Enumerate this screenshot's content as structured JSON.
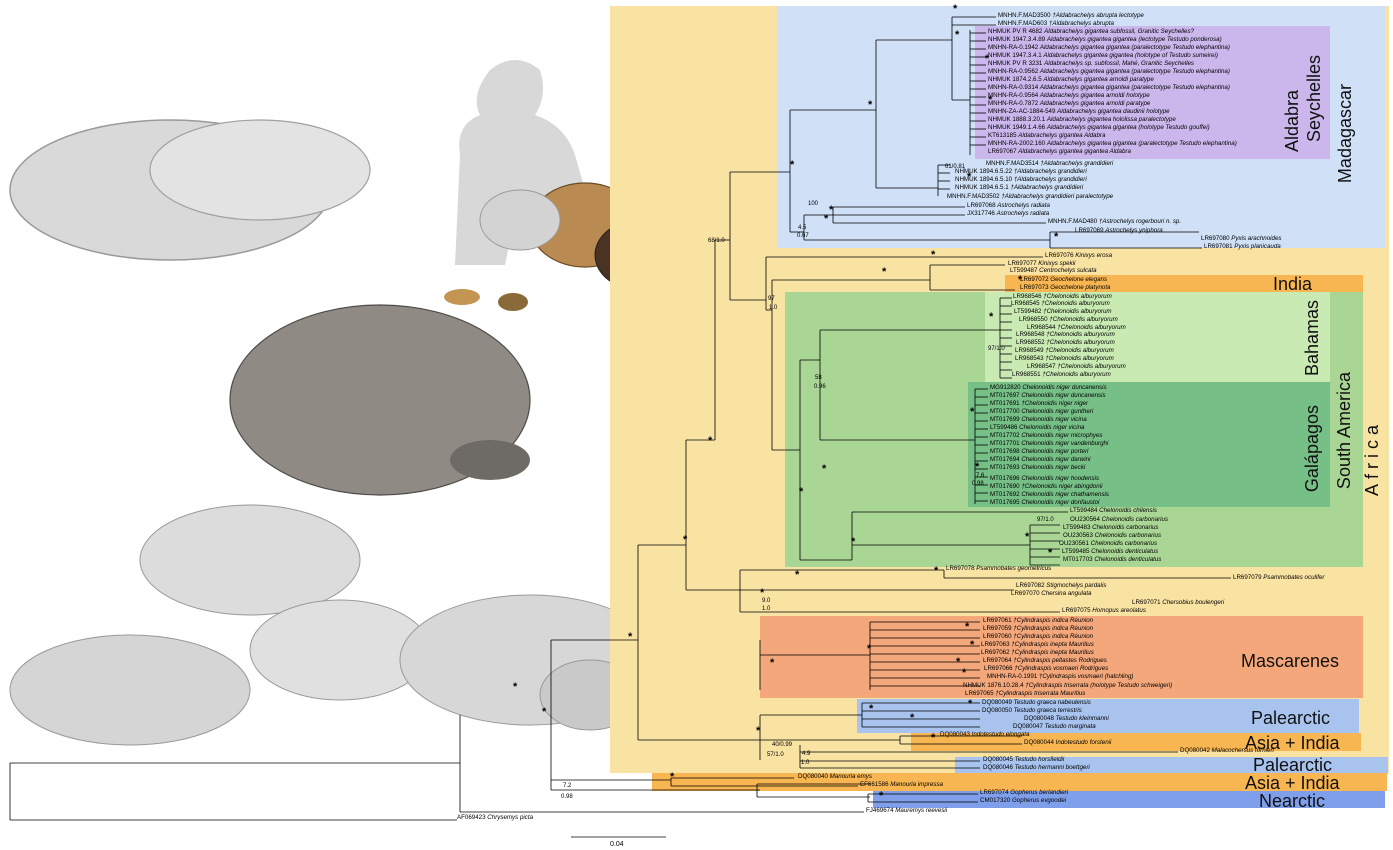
{
  "colors": {
    "africa": "#f9e3a3",
    "madagascar": "#cfe0f7",
    "aldabra": "#cbb7ec",
    "south_america": "#a9d695",
    "bahamas": "#c9eab3",
    "galapagos": "#76bf86",
    "india": "#f8b652",
    "mascarenes": "#f3a77b",
    "palearctic": "#a8c3ee",
    "nearctic": "#7f9fea",
    "asia_india": "#f8b652"
  },
  "region_labels": {
    "madagascar": "Madagascar",
    "aldabra": "Aldabra",
    "seychelles": "Seychelles",
    "india": "India",
    "bahamas": "Bahamas",
    "galapagos": "Galápagos",
    "south_america": "South America",
    "africa": "Africa",
    "mascarenes": "Mascarenes",
    "palearctic_1": "Palearctic",
    "asia_india_1": "Asia + India",
    "palearctic_2": "Palearctic",
    "asia_india_2": "Asia + India",
    "nearctic": "Nearctic"
  },
  "scale_bar": "0.04",
  "support_values": [
    "61/0.81",
    "100",
    "4.5",
    "0.67",
    "68/1.0",
    "97",
    "1.0",
    "58",
    "0.96",
    "97/1.0",
    "7.6",
    "0.98",
    "97/1.0",
    "9.0",
    "1.0",
    "40/0.99",
    "57/1.0",
    "4.9",
    "1.0",
    "7.2",
    "0.98"
  ],
  "taxa": [
    {
      "acc": "MNHN.F.MAD3500",
      "name": "†Aldabrachelys abrupta lectotype"
    },
    {
      "acc": "MNHN.F.MAD603",
      "name": "†Aldabrachelys abrupta"
    },
    {
      "acc": "NHMUK PV R 4682",
      "name": "Aldabrachelys gigantea subfossil, Granitic Seychelles?"
    },
    {
      "acc": "NHMUK 1947.3.4.89",
      "name": "Aldabrachelys gigantea gigantea (lectotype Testudo ponderosa)"
    },
    {
      "acc": "MNHN-RA-0.1942",
      "name": "Aldabrachelys gigantea gigantea (paralectotype Testudo elephantina)"
    },
    {
      "acc": "NHMUK 1947.3.4.1",
      "name": "Aldabrachelys gigantea gigantea (holotype of Testudo sumeirei)"
    },
    {
      "acc": "NHMUK PV R 3231",
      "name": "Aldabrachelys sp. subfossil, Mahé, Granitic Seychelles"
    },
    {
      "acc": "MNHN-RA-0.9562",
      "name": "Aldabrachelys gigantea gigantea (paralectotype Testudo elephantina)"
    },
    {
      "acc": "NHMUK 1874.2.6.5",
      "name": "Aldabrachelys gigantea arnoldi paratype"
    },
    {
      "acc": "MNHN-RA-0.9314",
      "name": "Aldabrachelys gigantea gigantea (paralectotype Testudo elephantina)"
    },
    {
      "acc": "MNHN-RA-0.9564",
      "name": "Aldabrachelys gigantea arnoldi holotype"
    },
    {
      "acc": "MNHN-RA-0.7872",
      "name": "Aldabrachelys gigantea arnoldi paratype"
    },
    {
      "acc": "MNHN-ZA-AC-1884-549",
      "name": "Aldabrachelys gigantea daudinii holotype"
    },
    {
      "acc": "NHMUK 1888.3.20.1",
      "name": "Aldabrachelys gigantea hololissa paralectotype"
    },
    {
      "acc": "NHMUK 1949.1.4.66",
      "name": "Aldabrachelys gigantea gigantea (holotype Testudo gouffei)"
    },
    {
      "acc": "KT613185",
      "name": "Aldabrachelys gigantea Aldabra"
    },
    {
      "acc": "MNHN-RA-2002.160",
      "name": "Aldabrachelys gigantea gigantea (paralectotype Testudo elephantina)"
    },
    {
      "acc": "LR697067",
      "name": "Aldabrachelys gigantea gigantea Aldabra"
    },
    {
      "acc": "MNHN.F.MAD3514",
      "name": "†Aldabrachelys grandidieri"
    },
    {
      "acc": "NHMUK 1894.6.5.22",
      "name": "†Aldabrachelys grandidieri"
    },
    {
      "acc": "NHMUK 1894.6.5.10",
      "name": "†Aldabrachelys grandidieri"
    },
    {
      "acc": "NHMUK 1894.6.5.1",
      "name": "†Aldabrachelys grandidieri"
    },
    {
      "acc": "MNHN.F.MAD3502",
      "name": "†Aldabrachelys grandidieri paralectotype"
    },
    {
      "acc": "LR697068",
      "name": "Astrochelys radiata"
    },
    {
      "acc": "JX317746",
      "name": "Astrochelys radiata"
    },
    {
      "acc": "MNHN.F.MAD480",
      "name": "†Astrochelys rogerbouri n. sp."
    },
    {
      "acc": "LR697069",
      "name": "Astrochelys yniphora"
    },
    {
      "acc": "LR697080",
      "name": "Pyxis arachnoides"
    },
    {
      "acc": "LR697081",
      "name": "Pyxis planicauda"
    },
    {
      "acc": "LR697076",
      "name": "Kinixys erosa"
    },
    {
      "acc": "LR697077",
      "name": "Kinixys spekii"
    },
    {
      "acc": "LT599487",
      "name": "Centrochelys sulcata"
    },
    {
      "acc": "LR697072",
      "name": "Geochelone elegans"
    },
    {
      "acc": "LR697073",
      "name": "Geochelone platynota"
    },
    {
      "acc": "LR968546",
      "name": "†Chelonoidis alburyorum"
    },
    {
      "acc": "LR968545",
      "name": "†Chelonoidis alburyorum"
    },
    {
      "acc": "LT599482",
      "name": "†Chelonoidis alburyorum"
    },
    {
      "acc": "LR968550",
      "name": "†Chelonoidis alburyorum"
    },
    {
      "acc": "LR968544",
      "name": "†Chelonoidis alburyorum"
    },
    {
      "acc": "LR968548",
      "name": "†Chelonoidis alburyorum"
    },
    {
      "acc": "LR968552",
      "name": "†Chelonoidis alburyorum"
    },
    {
      "acc": "LR968549",
      "name": "†Chelonoidis alburyorum"
    },
    {
      "acc": "LR968543",
      "name": "†Chelonoidis alburyorum"
    },
    {
      "acc": "LR968547",
      "name": "†Chelonoidis alburyorum"
    },
    {
      "acc": "LR968551",
      "name": "†Chelonoidis alburyorum"
    },
    {
      "acc": "MG912820",
      "name": "Chelonoidis niger duncanensis"
    },
    {
      "acc": "MT017697",
      "name": "Chelonoidis niger duncanensis"
    },
    {
      "acc": "MT017691",
      "name": "†Chelonoidis niger niger"
    },
    {
      "acc": "MT017700",
      "name": "Chelonoidis niger guntheri"
    },
    {
      "acc": "MT017699",
      "name": "Chelonoidis niger vicina"
    },
    {
      "acc": "LT599486",
      "name": "Chelonoidis niger vicina"
    },
    {
      "acc": "MT017702",
      "name": "Chelonoidis niger microphyes"
    },
    {
      "acc": "MT017701",
      "name": "Chelonoidis niger vandenburghi"
    },
    {
      "acc": "MT017698",
      "name": "Chelonoidis niger porteri"
    },
    {
      "acc": "MT017694",
      "name": "Chelonoidis niger darwini"
    },
    {
      "acc": "MT017693",
      "name": "Chelonoidis niger becki"
    },
    {
      "acc": "MT017696",
      "name": "Chelonoidis niger hoodensis"
    },
    {
      "acc": "MT017690",
      "name": "†Chelonoidis niger abingdonii"
    },
    {
      "acc": "MT017692",
      "name": "Chelonoidis niger chathamensis"
    },
    {
      "acc": "MT017695",
      "name": "Chelonoidis niger donfaustoi"
    },
    {
      "acc": "LT599484",
      "name": "Chelonoidis chilensis"
    },
    {
      "acc": "OU230564",
      "name": "Chelonoidis carbonarius"
    },
    {
      "acc": "LT599483",
      "name": "Chelonoidis carbonarius"
    },
    {
      "acc": "OU230563",
      "name": "Chelonoidis carbonarius"
    },
    {
      "acc": "OU230561",
      "name": "Chelonoidis carbonarius"
    },
    {
      "acc": "LT599485",
      "name": "Chelonoidis denticulatus"
    },
    {
      "acc": "MT017703",
      "name": "Chelonoidis denticulatus"
    },
    {
      "acc": "LR697078",
      "name": "Psammobates geometricus"
    },
    {
      "acc": "LR697079",
      "name": "Psammobates oculifer"
    },
    {
      "acc": "LR697082",
      "name": "Stigmochelys pardalis"
    },
    {
      "acc": "LR697070",
      "name": "Chersina angulata"
    },
    {
      "acc": "LR697071",
      "name": "Chersobius boulengeri"
    },
    {
      "acc": "LR697075",
      "name": "Homopus areolatus"
    },
    {
      "acc": "LR697061",
      "name": "†Cylindraspis indica Réunion"
    },
    {
      "acc": "LR697059",
      "name": "†Cylindraspis indica Réunion"
    },
    {
      "acc": "LR697060",
      "name": "†Cylindraspis indica Réunion"
    },
    {
      "acc": "LR697063",
      "name": "†Cylindraspis inepta Mauritius"
    },
    {
      "acc": "LR697062",
      "name": "†Cylindraspis inepta Mauritius"
    },
    {
      "acc": "LR697064",
      "name": "†Cylindraspis peltastes Rodrigues"
    },
    {
      "acc": "LR697066",
      "name": "†Cylindraspis vosmaeri Rodrigues"
    },
    {
      "acc": "MNHN-RA-0.1991",
      "name": "†Cylindraspis vosmaeri (hatchling)"
    },
    {
      "acc": "NHMUK 1876.10.28.4",
      "name": "†Cylindraspis triserrata (holotype Testudo schweigeri)"
    },
    {
      "acc": "LR697065",
      "name": "†Cylindraspis triserrata Mauritius"
    },
    {
      "acc": "DQ080049",
      "name": "Testudo graeca nabeulensis"
    },
    {
      "acc": "DQ080050",
      "name": "Testudo graeca terrestris"
    },
    {
      "acc": "DQ080048",
      "name": "Testudo kleinmanni"
    },
    {
      "acc": "DQ080047",
      "name": "Testudo marginata"
    },
    {
      "acc": "DQ080043",
      "name": "Indotestudo elongata"
    },
    {
      "acc": "DQ080044",
      "name": "Indotestudo forstenii"
    },
    {
      "acc": "DQ080042",
      "name": "Malacochersus tornieri"
    },
    {
      "acc": "DQ080045",
      "name": "Testudo horsfieldii"
    },
    {
      "acc": "DQ080046",
      "name": "Testudo hermanni boettgeri"
    },
    {
      "acc": "DQ080040",
      "name": "Manouria emys"
    },
    {
      "acc": "EF661586",
      "name": "Manouria impressa"
    },
    {
      "acc": "LR697074",
      "name": "Gopherus berlandieri"
    },
    {
      "acc": "CM017320",
      "name": "Gopherus evgoodei"
    },
    {
      "acc": "FJ469674",
      "name": "Mauremys reevesii"
    },
    {
      "acc": "AF069423",
      "name": "Chrysemys picta"
    }
  ]
}
